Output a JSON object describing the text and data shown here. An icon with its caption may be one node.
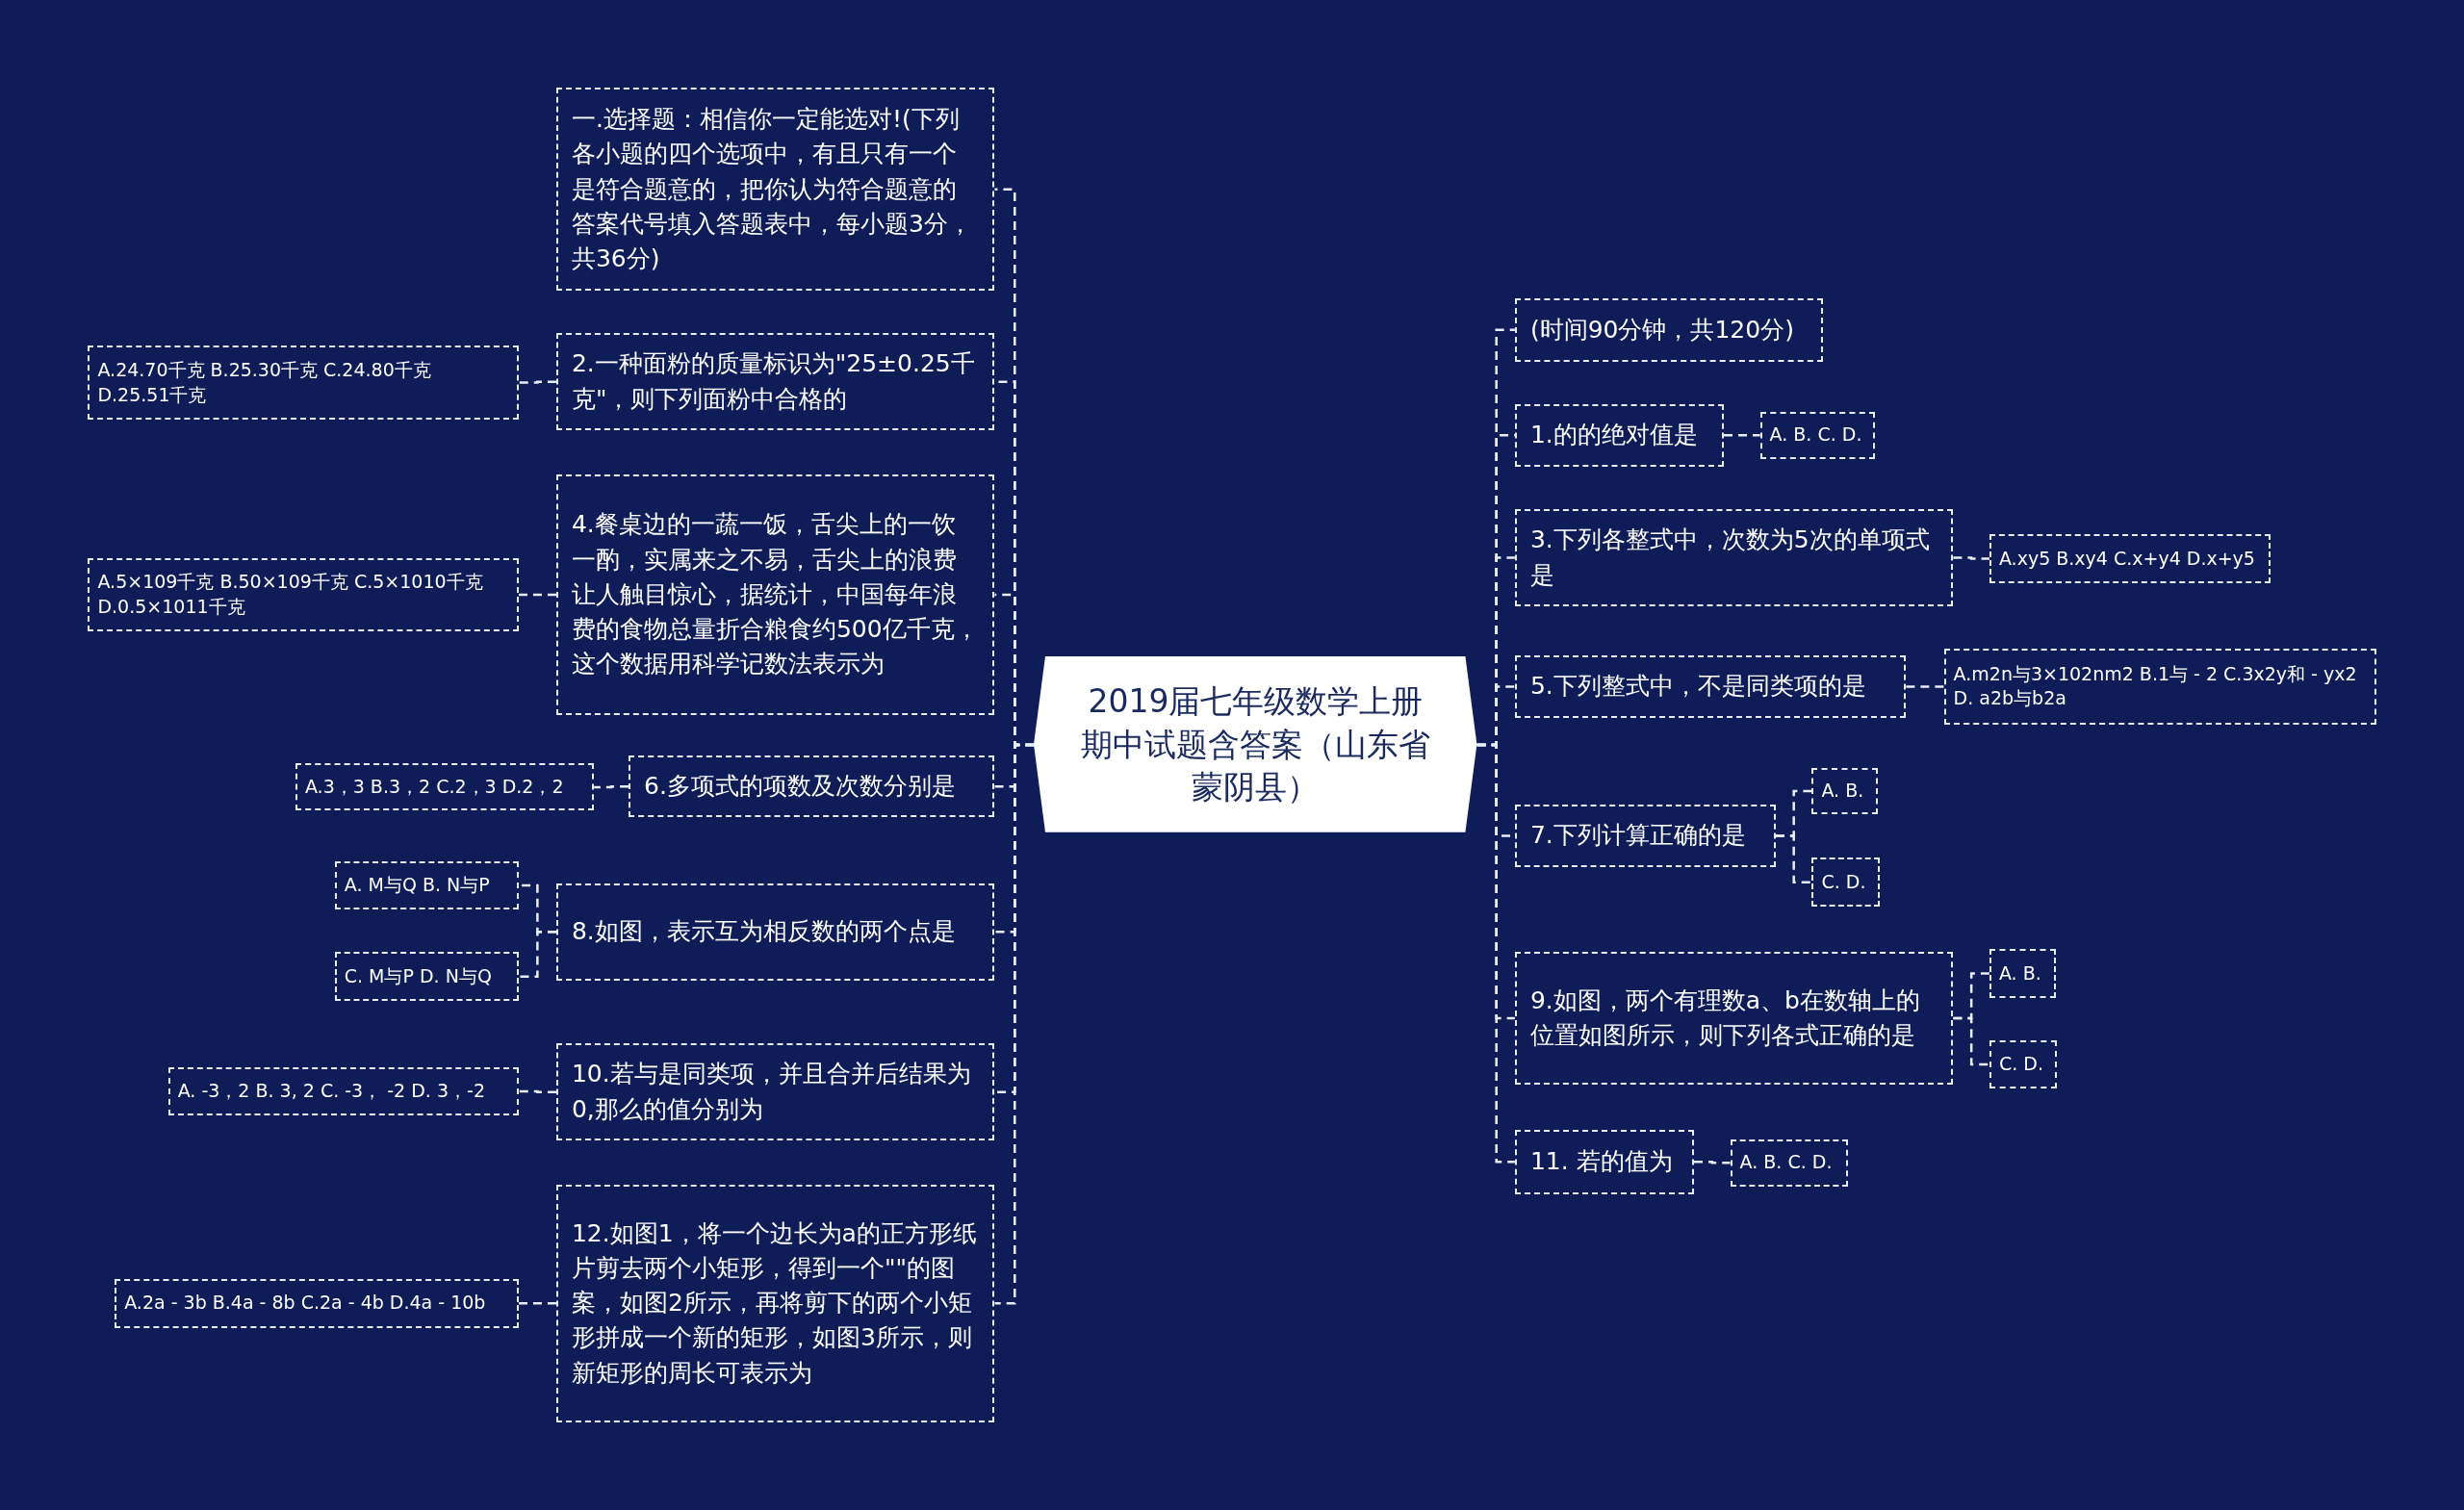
{
  "diagram": {
    "nodes": [
      {
        "text": [
          "2019届七年级数学上册期中试题含答案（山东省蒙阴县）"
        ]
      },
      {
        "text": [
          "一.选择题：相信你一定能选对!(下列各小题的四个选项中，有且只有一个是符合题意的，把你认为符合题意的答案代号填入答题表中，每小题3分，共36分)"
        ]
      },
      {
        "text": [
          "2.一种面粉的质量标识为\"25±0.25千克\"，则下列面粉中合格的"
        ]
      },
      {
        "text": [
          "A.24.70千克 B.25.30千克 C.24.80千克 D.25.51千克"
        ]
      },
      {
        "text": [
          "4.餐桌边的一蔬一饭，舌尖上的一饮一酌，实属来之不易，舌尖上的浪费让人触目惊心，据统计，中国每年浪费的食物总量折合粮食约500亿千克，这个数据用科学记数法表示为"
        ]
      },
      {
        "text": [
          "A.5×109千克 B.50×109千克 C.5×1010千克 D.0.5×1011千克"
        ]
      },
      {
        "text": [
          "6.多项式的项数及次数分别是"
        ]
      },
      {
        "text": [
          "A.3，3 B.3，2 C.2，3 D.2，2"
        ]
      },
      {
        "text": [
          "8.如图，表示互为相反数的两个点是"
        ]
      },
      {
        "text": [
          "A. M与Q B. N与P"
        ]
      },
      {
        "text": [
          "C. M与P D. N与Q"
        ]
      },
      {
        "text": [
          "10.若与是同类项，并且合并后结果为0,那么的值分别为"
        ]
      },
      {
        "text": [
          "A. -3，2 B. 3, 2 C. -3， -2 D. 3，-2"
        ]
      },
      {
        "text": [
          "12.如图1，将一个边长为a的正方形纸片剪去两个小矩形，得到一个\"\"的图案，如图2所示，再将剪下的两个小矩形拼成一个新的矩形，如图3所示，则新矩形的周长可表示为"
        ]
      },
      {
        "text": [
          "A.2a - 3b B.4a - 8b C.2a - 4b D.4a - 10b"
        ]
      },
      {
        "text": [
          "(时间90分钟，共120分)"
        ]
      },
      {
        "text": [
          "1.的的绝对值是"
        ]
      },
      {
        "text": [
          "A. B. C. D."
        ]
      },
      {
        "text": [
          "3.下列各整式中，次数为5次的单项式是"
        ]
      },
      {
        "text": [
          "A.xy5 B.xy4 C.x+y4 D.x+y5"
        ]
      },
      {
        "text": [
          "5.下列整式中，不是同类项的是"
        ]
      },
      {
        "text": [
          "A.m2n与3×102nm2 B.1与 - 2 C.3x2y和 - yx2 D. a2b与b2a"
        ]
      },
      {
        "text": [
          "7.下列计算正确的是"
        ]
      },
      {
        "text": [
          "A. B."
        ]
      },
      {
        "text": [
          "C. D."
        ]
      },
      {
        "text": [
          "9.如图，两个有理数a、b在数轴上的位置如图所示，则下列各式正确的是"
        ]
      },
      {
        "text": [
          "A. B."
        ]
      },
      {
        "text": [
          "C. D."
        ]
      },
      {
        "text": [
          "11. 若的值为"
        ]
      },
      {
        "text": [
          "A. B. C. D."
        ]
      }
    ],
    "edges": [
      {
        "from": 0,
        "to": 1,
        "arrow": "none",
        "style": "dashed"
      },
      {
        "from": 0,
        "to": 2,
        "arrow": "none",
        "style": "dashed"
      },
      {
        "from": 2,
        "to": 3,
        "arrow": "none",
        "style": "dashed"
      },
      {
        "from": 0,
        "to": 4,
        "arrow": "none",
        "style": "dashed"
      },
      {
        "from": 4,
        "to": 5,
        "arrow": "none",
        "style": "dashed"
      },
      {
        "from": 0,
        "to": 6,
        "arrow": "none",
        "style": "dashed"
      },
      {
        "from": 6,
        "to": 7,
        "arrow": "none",
        "style": "dashed"
      },
      {
        "from": 0,
        "to": 8,
        "arrow": "none",
        "style": "dashed"
      },
      {
        "from": 8,
        "to": 9,
        "arrow": "none",
        "style": "dashed"
      },
      {
        "from": 8,
        "to": 10,
        "arrow": "none",
        "style": "dashed"
      },
      {
        "from": 0,
        "to": 11,
        "arrow": "none",
        "style": "dashed"
      },
      {
        "from": 11,
        "to": 12,
        "arrow": "none",
        "style": "dashed"
      },
      {
        "from": 0,
        "to": 13,
        "arrow": "none",
        "style": "dashed"
      },
      {
        "from": 13,
        "to": 14,
        "arrow": "none",
        "style": "dashed"
      },
      {
        "from": 0,
        "to": 15,
        "arrow": "none",
        "style": "dashed"
      },
      {
        "from": 0,
        "to": 16,
        "arrow": "none",
        "style": "dashed"
      },
      {
        "from": 16,
        "to": 17,
        "arrow": "none",
        "style": "dashed"
      },
      {
        "from": 0,
        "to": 18,
        "arrow": "none",
        "style": "dashed"
      },
      {
        "from": 18,
        "to": 19,
        "arrow": "none",
        "style": "dashed"
      },
      {
        "from": 0,
        "to": 20,
        "arrow": "none",
        "style": "dashed"
      },
      {
        "from": 20,
        "to": 21,
        "arrow": "none",
        "style": "dashed"
      },
      {
        "from": 0,
        "to": 22,
        "arrow": "none",
        "style": "dashed"
      },
      {
        "from": 22,
        "to": 23,
        "arrow": "none",
        "style": "dashed"
      },
      {
        "from": 22,
        "to": 24,
        "arrow": "none",
        "style": "dashed"
      },
      {
        "from": 0,
        "to": 25,
        "arrow": "none",
        "style": "dashed"
      },
      {
        "from": 25,
        "to": 26,
        "arrow": "none",
        "style": "dashed"
      },
      {
        "from": 25,
        "to": 27,
        "arrow": "none",
        "style": "dashed"
      },
      {
        "from": 0,
        "to": 28,
        "arrow": "none",
        "style": "dashed"
      },
      {
        "from": 28,
        "to": 29,
        "arrow": "none",
        "style": "dashed"
      }
    ]
  }
}
